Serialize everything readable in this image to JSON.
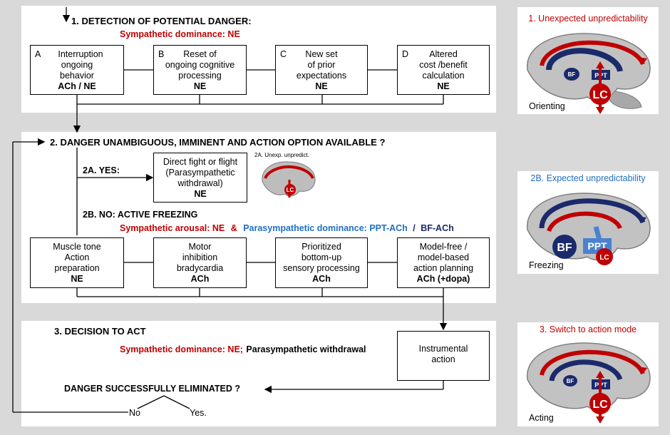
{
  "section1": {
    "title": "1. DETECTION OF POTENTIAL DANGER:",
    "dominance": "Sympathetic dominance: NE",
    "boxes": [
      {
        "letter": "A",
        "lines": [
          "Interruption",
          "ongoing",
          "behavior"
        ],
        "bold": "ACh / NE"
      },
      {
        "letter": "B",
        "lines": [
          "Reset of",
          "ongoing cognitive",
          "processing"
        ],
        "bold": "NE"
      },
      {
        "letter": "C",
        "lines": [
          "New set",
          "of prior",
          "expectations"
        ],
        "bold": "NE"
      },
      {
        "letter": "D",
        "lines": [
          "Altered",
          "cost /benefit",
          "calculation"
        ],
        "bold": "NE"
      }
    ]
  },
  "section2": {
    "title": "2. DANGER UNAMBIGUOUS, IMMINENT AND ACTION OPTION AVAILABLE ?",
    "yes_label": "2A. YES:",
    "yes_box": {
      "lines": [
        "Direct fight or flight",
        "(Parasympathetic",
        "withdrawal)"
      ],
      "bold": "NE"
    },
    "mini_brain_label": "2A. Unexp. unpredict.",
    "mini_brain_lc": "LC",
    "no_label": "2B. NO: ACTIVE FREEZING",
    "arousal": "Sympathetic arousal: NE",
    "amp": "&",
    "parasym": "Parasympathetic dominance: PPT-ACh",
    "slash": "/",
    "bf_ach": "BF-ACh",
    "boxes": [
      {
        "lines": [
          "Muscle tone",
          "Action",
          "preparation"
        ],
        "bold": "NE"
      },
      {
        "lines": [
          "Motor",
          "inhibition",
          "bradycardia"
        ],
        "bold": "ACh"
      },
      {
        "lines": [
          "Prioritized",
          "bottom-up",
          "sensory processing"
        ],
        "bold": "ACh"
      },
      {
        "lines": [
          "Model-free /",
          "model-based",
          "action planning"
        ],
        "bold": "ACh (+dopa)"
      }
    ]
  },
  "section3": {
    "title": "3. DECISION TO ACT",
    "dominance_red": "Sympathetic dominance: NE;",
    "dominance_black": "Parasympathetic withdrawal",
    "instrumental": [
      "Instrumental",
      "action"
    ],
    "eliminated": "DANGER SUCCESSFULLY ELIMINATED ?",
    "no": "No",
    "yes": "Yes."
  },
  "brains": [
    {
      "title": "1. Unexpected unpredictability",
      "title_color": "#c00000",
      "caption": "Orienting",
      "labels": [
        "BF",
        "PPT",
        "LC"
      ]
    },
    {
      "title": "2B. Expected unpredictability",
      "title_color": "#1f6fc4",
      "caption": "Freezing",
      "labels": [
        "BF",
        "PPT",
        "LC"
      ]
    },
    {
      "title": "3. Switch to action mode",
      "title_color": "#c00000",
      "caption": "Acting",
      "labels": [
        "BF",
        "PPT",
        "LC"
      ]
    }
  ],
  "colors": {
    "red": "#c00000",
    "blue": "#1f6fc4",
    "navy": "#1b2a6b"
  }
}
